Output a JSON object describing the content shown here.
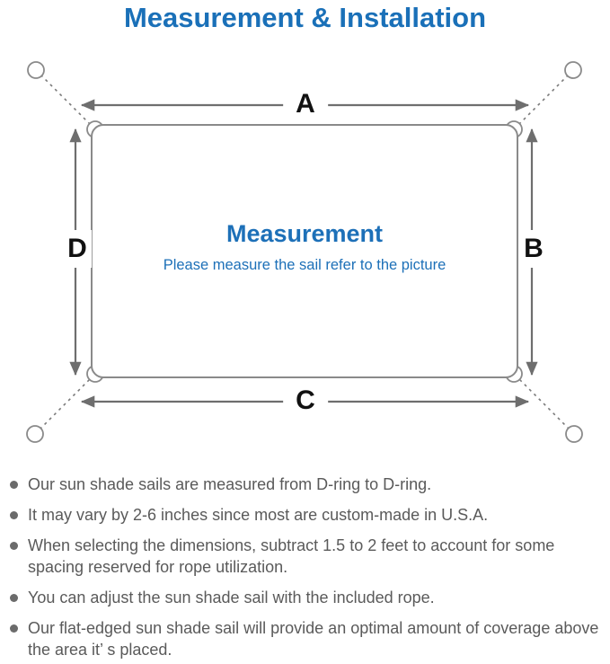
{
  "title": "Measurement & Installation",
  "diagram": {
    "heading": "Measurement",
    "subheading": "Please measure the sail refer to the picture",
    "labels": {
      "a": "A",
      "b": "B",
      "c": "C",
      "d": "D"
    }
  },
  "notes": [
    "Our sun shade sails are measured from D-ring to D-ring.",
    "It may vary by 2-6 inches since most are custom-made in U.S.A.",
    "When selecting the dimensions, subtract 1.5 to 2 feet to account for some spacing reserved for rope utilization.",
    "You can adjust the sun shade sail with the included rope.",
    "Our flat-edged sun shade sail will provide an optimal amount of coverage above the area it’ s placed."
  ],
  "colors": {
    "title_blue": "#1a70b8",
    "diagram_blue": "#1d70b8",
    "line_gray": "#7a7a7a",
    "arrow_gray": "#6e6e6e",
    "text_gray": "#5a5a5a",
    "label_black": "#111111"
  }
}
